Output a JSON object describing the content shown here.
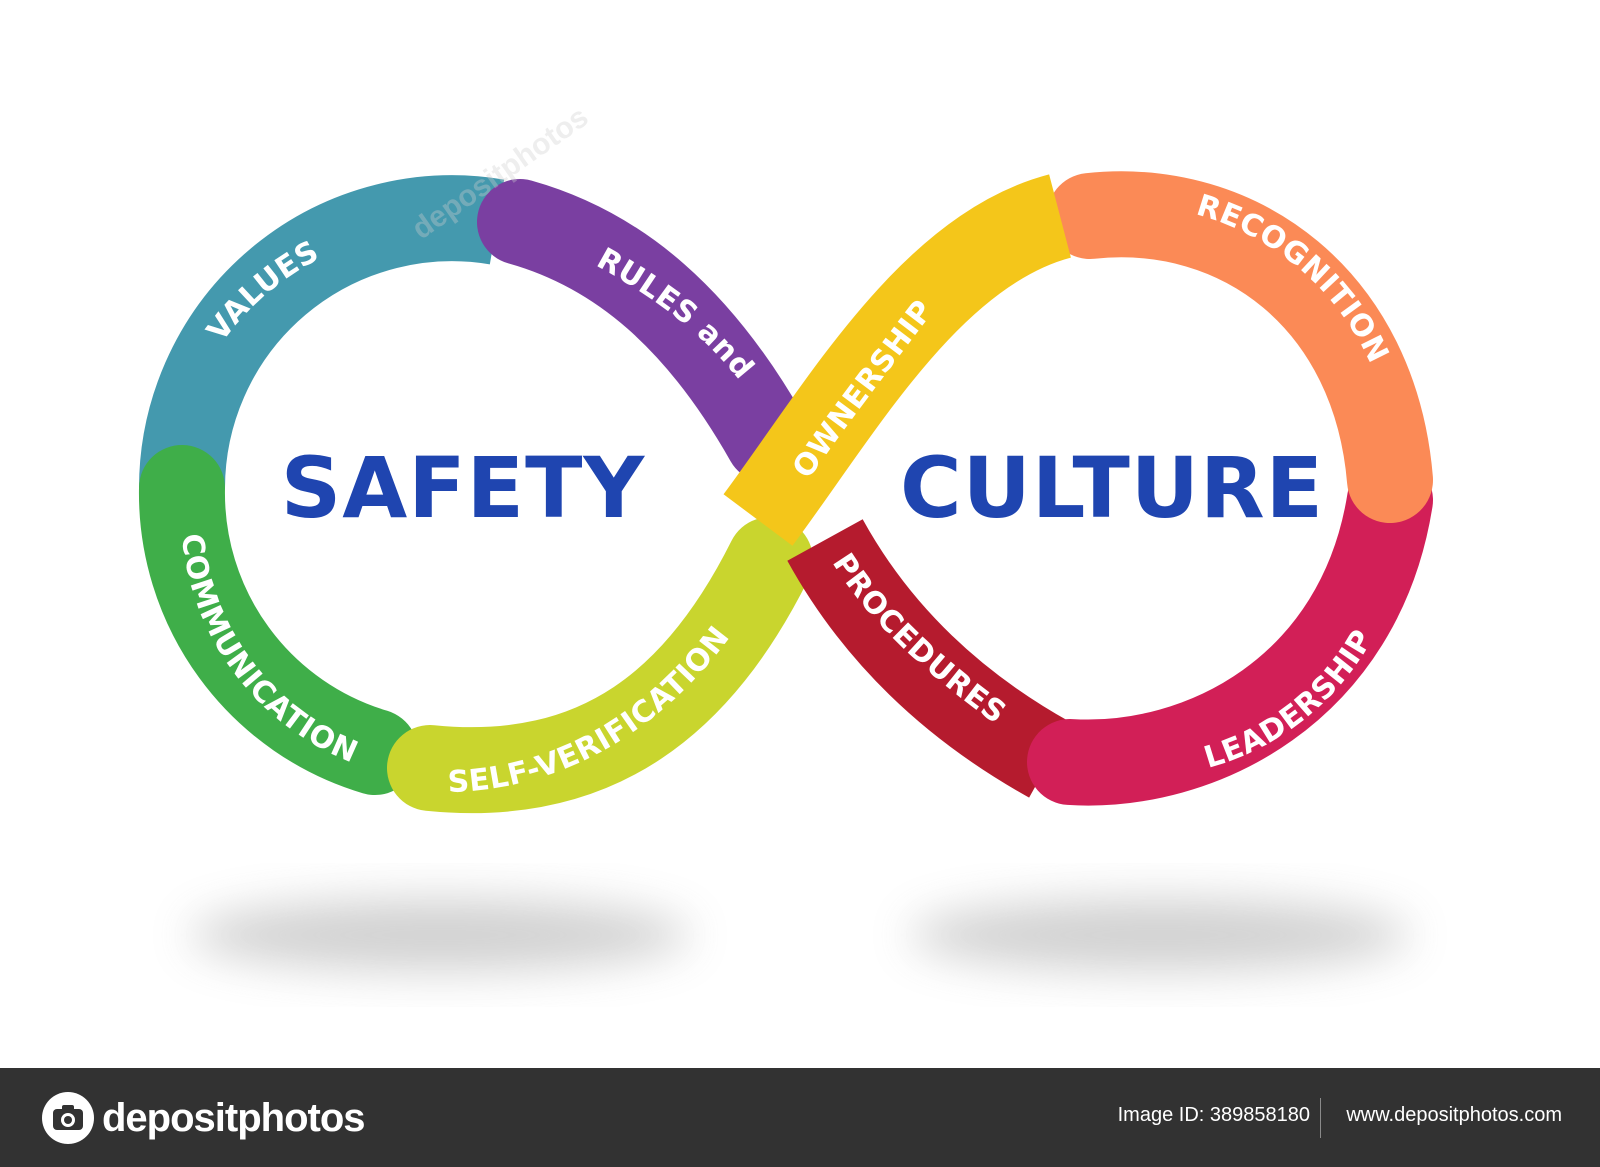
{
  "title_left": "SAFETY",
  "title_right": "CULTURE",
  "segments": [
    {
      "id": "values",
      "label": "VALUES",
      "color": "#4499ae"
    },
    {
      "id": "rules",
      "label": "RULES and",
      "color": "#7a3fa1"
    },
    {
      "id": "ownership",
      "label": "OWNERSHIP",
      "color": "#f4c61a"
    },
    {
      "id": "recognition",
      "label": "RECOGNITION",
      "color": "#fb8a56"
    },
    {
      "id": "leadership",
      "label": "LEADERSHIP",
      "color": "#d21f57"
    },
    {
      "id": "procedures",
      "label": "PROCEDURES",
      "color": "#b51b2e"
    },
    {
      "id": "self_verification",
      "label": "SELF-VERIFICATION",
      "color": "#c9d52e"
    },
    {
      "id": "communication",
      "label": "COMMUNICATION",
      "color": "#3fae49"
    }
  ],
  "footer": {
    "logo_text": "depositphotos",
    "image_id": "Image ID: 389858180",
    "site": "www.depositphotos.com"
  },
  "watermark_text": "depositphotos",
  "colors": {
    "title": "#1f45b0",
    "footer_bg": "#323232"
  }
}
